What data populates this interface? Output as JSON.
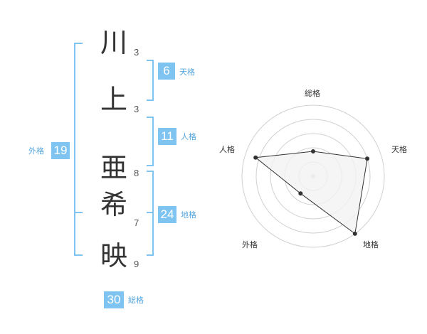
{
  "surname": [
    {
      "char": "川",
      "strokes": "3"
    },
    {
      "char": "上",
      "strokes": "3"
    }
  ],
  "given_name": [
    {
      "char": "亜",
      "strokes": "8"
    },
    {
      "char": "希",
      "strokes": "7"
    },
    {
      "char": "映",
      "strokes": "9"
    }
  ],
  "kaku": {
    "tenkaku": {
      "value": "6",
      "label": "天格"
    },
    "jinkaku": {
      "value": "11",
      "label": "人格"
    },
    "chikaku": {
      "value": "24",
      "label": "地格"
    },
    "gaikaku": {
      "value": "19",
      "label": "外格"
    },
    "soukaku": {
      "value": "30",
      "label": "総格"
    }
  },
  "radar": {
    "axes": [
      "総格",
      "天格",
      "地格",
      "外格",
      "人格"
    ],
    "values": [
      0.35,
      0.8,
      1.0,
      0.3,
      0.85
    ],
    "fill_color": "#f2f2f2",
    "ring_color": "#d0d0d0"
  },
  "colors": {
    "accent": "#7fc4f0",
    "accent_text": "#55a5de"
  }
}
